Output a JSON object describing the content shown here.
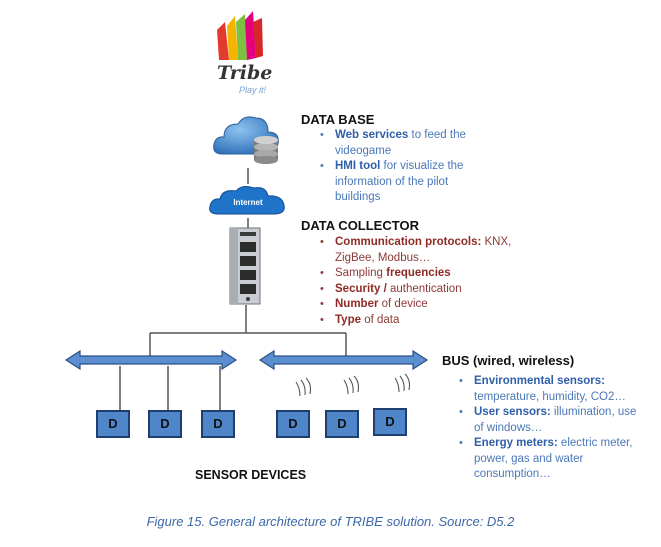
{
  "logo": {
    "name": "Tribe",
    "tagline": "Play it!"
  },
  "cloud_label": "Internet",
  "database": {
    "title": "DATA BASE",
    "items": [
      {
        "key": "Web services",
        "rest": " to feed the videogame"
      },
      {
        "key": "HMI tool",
        "rest": " for visualize the information  of the pilot buildings"
      }
    ]
  },
  "collector": {
    "title": "DATA COLLECTOR",
    "items": [
      {
        "pre": "",
        "key": "Communication protocols:",
        "rest": " KNX, ZigBee, Modbus…"
      },
      {
        "pre": "Sampling ",
        "key": "frequencies",
        "rest": ""
      },
      {
        "pre": "",
        "key": "Security /",
        "rest": " authentication"
      },
      {
        "pre": "",
        "key": "Number",
        "rest": " of device"
      },
      {
        "pre": "",
        "key": "Type",
        "rest": " of data"
      }
    ]
  },
  "bus": {
    "title": "BUS (wired, wireless)",
    "items": [
      {
        "key": "Environmental sensors:",
        "rest": " temperature,  humidity, CO2…"
      },
      {
        "key": "User sensors:",
        "rest": " illumination, use of windows…"
      },
      {
        "key": "Energy meters:",
        "rest": " electric meter,  power, gas and water consumption…"
      }
    ]
  },
  "device_label": "D",
  "sensor_devices_label": "SENSOR DEVICES",
  "caption": "Figure 15. General architecture of TRIBE solution. Source: D5.2",
  "colors": {
    "bus_arrow": "#5b8fd0",
    "bus_arrow_border": "#2a4f86",
    "device_fill": "#4f86c9",
    "blue_text": "#4a78b8",
    "red_text": "#8e3a36"
  }
}
